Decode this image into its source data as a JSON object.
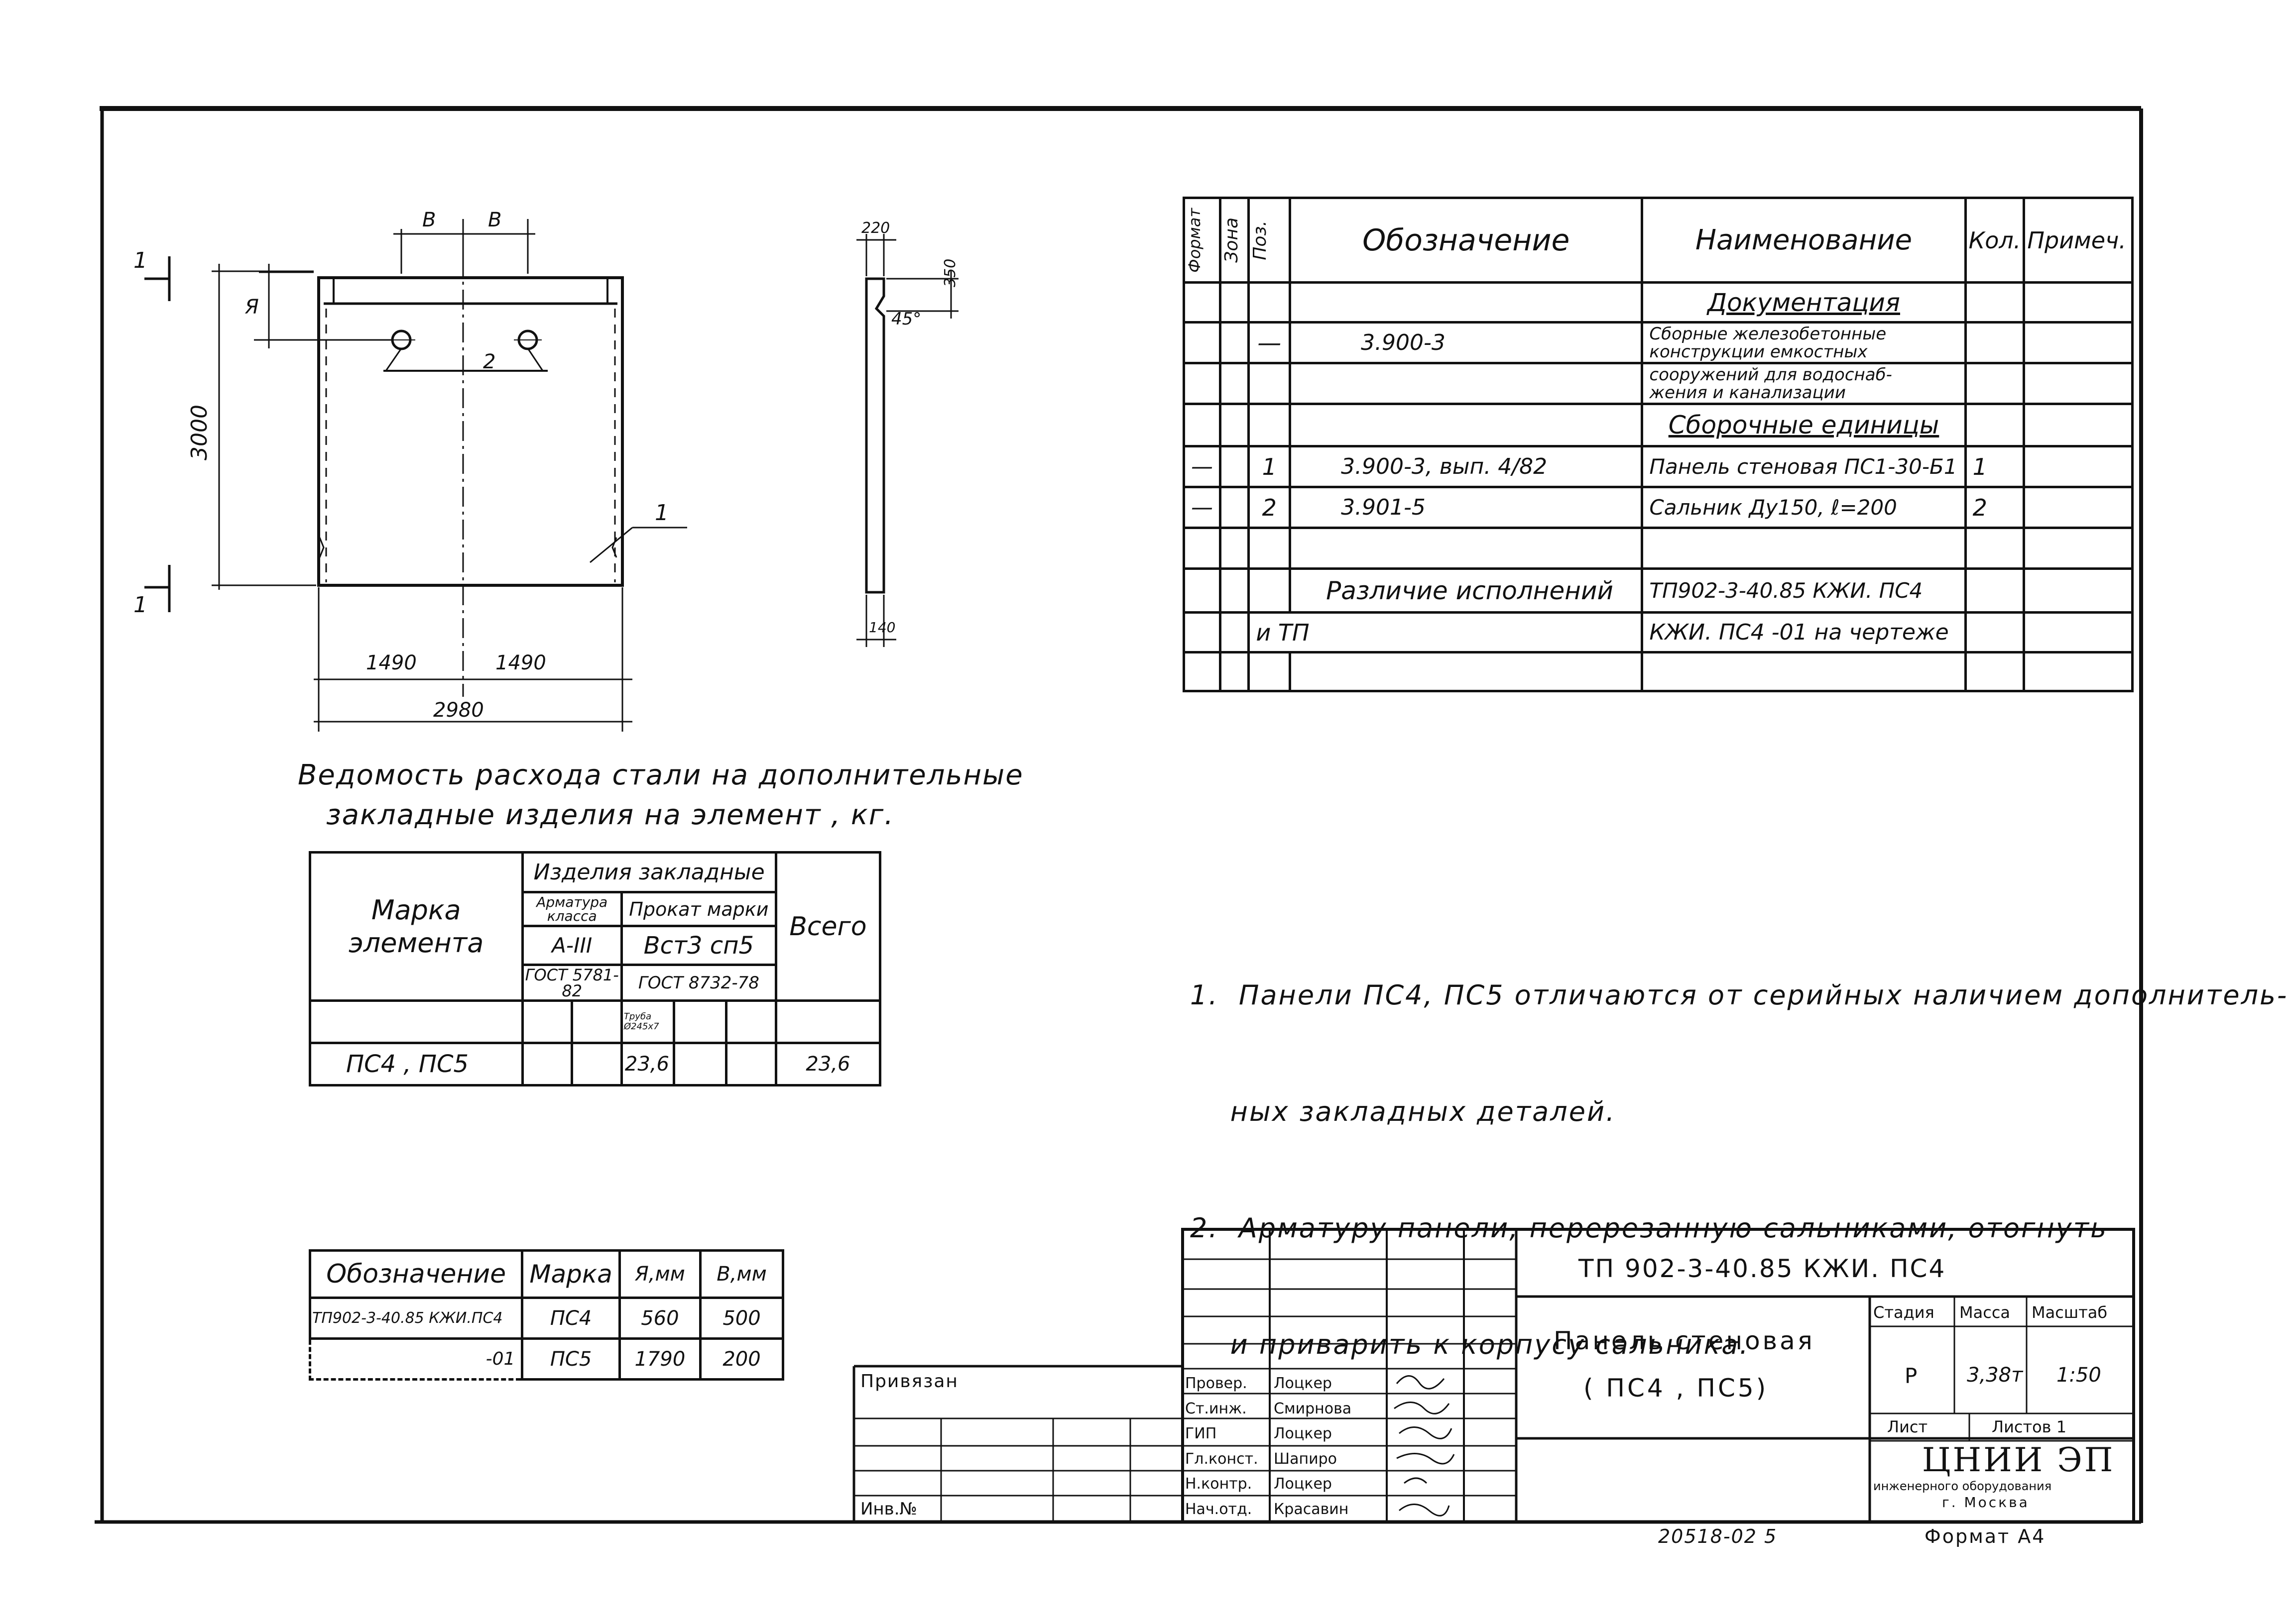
{
  "drawing": {
    "dim_b": "В",
    "dim_a": "Я",
    "dim_height": "3000",
    "dim_half_left": "1490",
    "dim_half_right": "1490",
    "dim_total": "2980",
    "section_mark": "1",
    "hole_pos": "2",
    "panel_pos": "1",
    "side_top": "220",
    "side_depth": "350",
    "side_angle": "45°",
    "side_bottom": "140"
  },
  "spec": {
    "headers": {
      "format": "Формат",
      "zone": "Зона",
      "pos": "Поз.",
      "designation": "Обозначение",
      "name": "Наименование",
      "qty": "Кол.",
      "note": "Примеч."
    },
    "section_docs": "Документация",
    "doc_row": {
      "pos": "—",
      "designation": "3.900-3",
      "name_line1": "Сборные железобетонные",
      "name_line2": "конструкции емкостных",
      "name_line3": "сооружений для водоснаб-",
      "name_line4": "жения и канализации"
    },
    "section_units": "Сборочные единицы",
    "rows": [
      {
        "format": "—",
        "pos": "1",
        "designation": "3.900-3,  вып. 4/82",
        "name": "Панель стеновая ПС1-30-Б1",
        "qty": "1"
      },
      {
        "format": "—",
        "pos": "2",
        "designation": "3.901-5",
        "name": "Сальник Ду150, ℓ=200",
        "qty": "2"
      }
    ],
    "diff_line1_a": "Различие исполнений",
    "diff_line1_b": "ТП902-3-40.85  КЖИ. ПС4",
    "diff_line2_a": "и  ТП",
    "diff_line2_b": "КЖИ. ПС4 -01  на чертеже"
  },
  "steel": {
    "title_line1": "Ведомость расхода стали на дополнительные",
    "title_line2": "закладные изделия на элемент , кг.",
    "col_mark": "Марка элемента",
    "col_embedded": "Изделия закладные",
    "col_rebar": "Арматура класса",
    "col_rolled": "Прокат марки",
    "col_total": "Всего",
    "rebar_class": "А-III",
    "rolled_grade": "Вст3 сп5",
    "rebar_gost": "ГОСТ 5781-82",
    "rolled_gost": "ГОСТ 8732-78",
    "pipe": "Труба Ø245х7",
    "row_mark": "ПС4 , ПС5",
    "row_pipe": "23,6",
    "row_total": "23,6"
  },
  "notes": [
    "1.  Панели ПС4, ПС5 отличаются от серийных наличием дополнитель-",
    "    ных закладных деталей.",
    "2.  Арматуру панели, перерезанную сальниками, отогнуть",
    "    и приварить к корпусу сальника."
  ],
  "variants": {
    "headers": {
      "designation": "Обозначение",
      "mark": "Марка",
      "a": "Я,мм",
      "b": "В,мм"
    },
    "rows": [
      {
        "designation": "ТП902-3-40.85 КЖИ.ПС4",
        "mark": "ПС4",
        "a": "560",
        "b": "500"
      },
      {
        "designation": "-01",
        "mark": "ПС5",
        "a": "1790",
        "b": "200"
      }
    ]
  },
  "titleblock": {
    "privyazan": "Привязан",
    "inv": "Инв.№",
    "code": "ТП  902-3-40.85    КЖИ. ПС4",
    "title_line1": "Панель  стеновая",
    "title_line2": "( ПС4 ,  ПС5)",
    "stage_label": "Стадия",
    "mass_label": "Масса",
    "scale_label": "Масштаб",
    "stage": "Р",
    "mass": "3,38т",
    "scale": "1:50",
    "sheet_label": "Лист",
    "sheets_label": "Листов  1",
    "org_line1": "ЦНИИ ЭП",
    "org_line2": "инженерного оборудования",
    "org_line3": "г. Москва",
    "signers": [
      {
        "role": "Провер.",
        "name": "Лоцкер"
      },
      {
        "role": "Ст.инж.",
        "name": "Смирнова"
      },
      {
        "role": "ГИП",
        "name": "Лоцкер"
      },
      {
        "role": "Гл.конст.",
        "name": "Шапиро"
      },
      {
        "role": "Н.контр.",
        "name": "Лоцкер"
      },
      {
        "role": "Нач.отд.",
        "name": "Красавин"
      }
    ]
  },
  "footer": {
    "number": "20518-02  5",
    "format": "Формат  А4"
  }
}
